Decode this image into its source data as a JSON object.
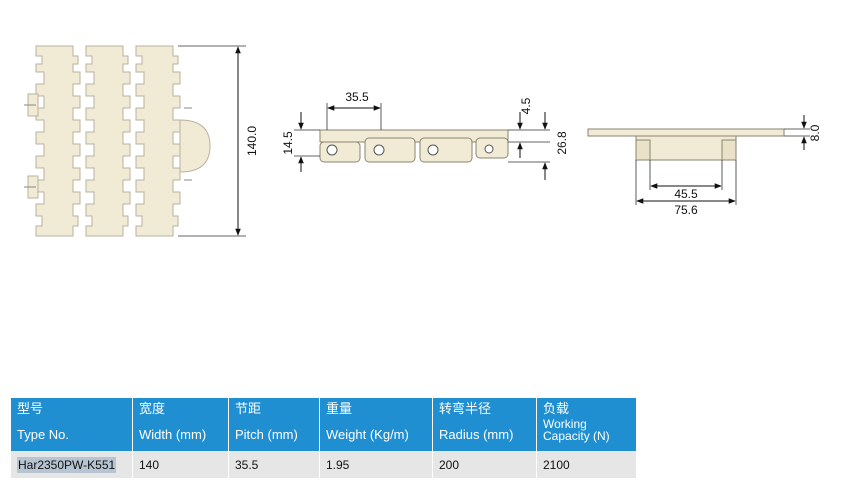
{
  "drawing": {
    "front_view": {
      "dimension_label": "140.0"
    },
    "side_view": {
      "pitch_label": "35.5",
      "offset_label": "4.5",
      "height_label": "14.5",
      "total_height_label": "26.8"
    },
    "end_view": {
      "inner_width_label": "45.5",
      "outer_width_label": "75.6",
      "thickness_label": "8.0"
    }
  },
  "spec_table": {
    "headers": [
      {
        "zh": "型号",
        "en": "Type No."
      },
      {
        "zh": "宽度",
        "en": "Width (mm)"
      },
      {
        "zh": "节距",
        "en": "Pitch (mm)"
      },
      {
        "zh": "重量",
        "en": "Weight (Kg/m)"
      },
      {
        "zh": "转弯半径",
        "en": "Radius (mm)"
      },
      {
        "zh": "负载",
        "en_line1": "Working",
        "en_line2": "Capacity (N)"
      }
    ],
    "row": {
      "type_no": "Har2350PW-K551",
      "width": "140",
      "pitch": "35.5",
      "weight": "1.95",
      "radius": "200",
      "capacity": "2100"
    }
  },
  "colors": {
    "header_bg": "#1f8fd1",
    "row_bg": "#e6e6e6",
    "part_fill": "#f1ebd6"
  }
}
